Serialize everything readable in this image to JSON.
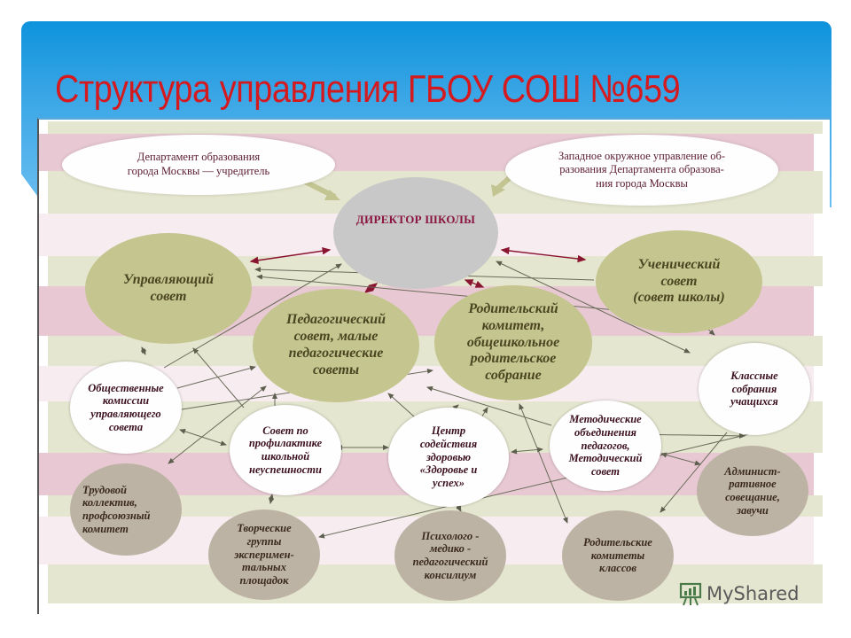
{
  "title": "Структура управления ГБОУ СОШ №659",
  "colors": {
    "title_red": "#d41a1f",
    "header_blue": "#0e93dc",
    "stripe_green": "#e4e6cf",
    "stripe_pink": "#e8c9d3",
    "stripe_light": "#f7edf1",
    "node_olive": "#c5c590",
    "node_taupe": "#bdb3a5",
    "node_gray": "#c8c8c8",
    "arrow_dark_red": "#8a1530",
    "arrow_gray": "#6a6a5a",
    "arrow_green": "#c2c592"
  },
  "nodes": {
    "dept_moscow": "Департамент образования\nгорода Москвы — учредитель",
    "western_district": "Западное окружное управление об-\nразования Департамента образова-\nния города Москвы",
    "director": "ДИРЕКТОР ШКОЛЫ",
    "governing_council": "Управляющий\nсовет",
    "pedagogical_council": "Педагогический\nсовет, малые\nпедагогические\nсоветы",
    "parent_committee": "Родительский\nкомитет,\nобщешкольное\nродительское\nсобрание",
    "student_council": "Ученический\nсовет\n(совет школы)",
    "public_commissions": "Общественные\nкомиссии\nуправляющего\nсовета",
    "class_meetings": "Классные\nсобрания\nучащихся",
    "prevention_council": "Совет по\nпрофилактике\nшкольной\nнеуспешности",
    "health_center": "Центр\nсодействия\nздоровью\n«Здоровье и\nуспех»",
    "methodical_unions": "Методические\nобъединения\nпедагогов,\nМетодический\nсовет",
    "admin_meeting": "Админист-\nративное\nсовещание,\nзавучи",
    "labor_collective": "Трудовой\nколлектив,\nпрофсоюзный\nкомитет",
    "creative_groups": "Творческие\nгруппы\nэксперимен-\nтальных\nплощадок",
    "pmpk": "Психолого -\nмедико -\nпедагогический\nконсилиум",
    "class_parent_committees": "Родительские\nкомитеты\nклассов"
  },
  "watermark": {
    "icon": "presentation-board-icon",
    "text": "MyShared"
  }
}
